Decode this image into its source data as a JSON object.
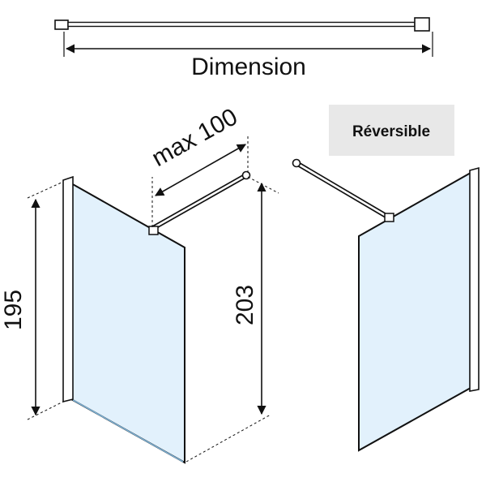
{
  "labels": {
    "dimension": "Dimension",
    "max_width": "max 100",
    "height_left": "195",
    "height_right": "203",
    "badge": "Réversible"
  },
  "colors": {
    "glass": "#e2f1fc",
    "glass_edge": "#7fb6dc",
    "frame": "#111111",
    "badge_bg": "#e8e8e8"
  }
}
